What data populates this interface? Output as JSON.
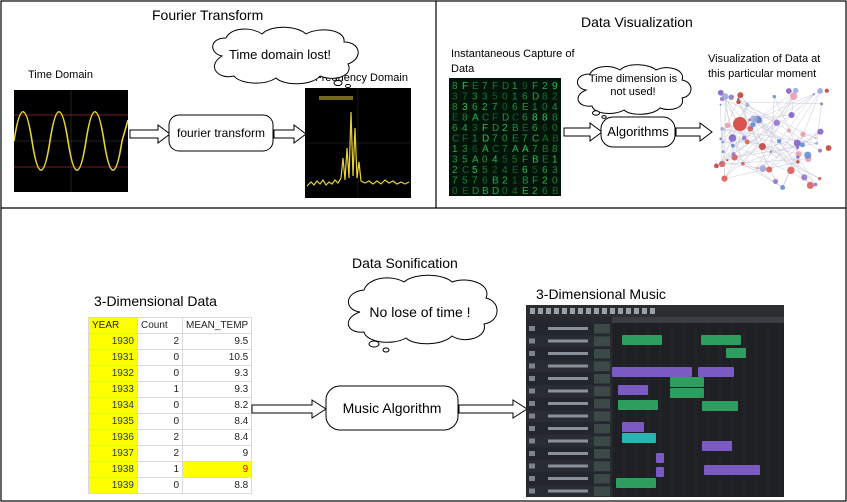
{
  "fourier": {
    "title": "Fourier Transform",
    "thought": "Time domain lost!",
    "time_label": "Time Domain",
    "freq_label": "Frequency Domain",
    "process": "fourier transform"
  },
  "dataviz": {
    "title": "Data Visualization",
    "capture_label": "Instantaneous Capture of Data",
    "thought": "Time dimension is not used!",
    "process": "Algorithms",
    "viz_label": "Visualization of Data at this particular moment"
  },
  "sonification": {
    "title": "Data Sonification",
    "data_label": "3-Dimensional Data",
    "music_label": "3-Dimensional Music",
    "thought": "No lose of time !",
    "process": "Music Algorithm",
    "table": {
      "headers": [
        "YEAR",
        "Count",
        "MEAN_TEMP"
      ],
      "rows": [
        [
          "1930",
          "2",
          "9.5"
        ],
        [
          "1931",
          "0",
          "10.5"
        ],
        [
          "1932",
          "0",
          "9.3"
        ],
        [
          "1933",
          "1",
          "9.3"
        ],
        [
          "1934",
          "0",
          "8.2"
        ],
        [
          "1935",
          "0",
          "8.4"
        ],
        [
          "1936",
          "2",
          "8.4"
        ],
        [
          "1937",
          "2",
          "9"
        ],
        [
          "1938",
          "1",
          "9"
        ],
        [
          "1939",
          "0",
          "8.8"
        ]
      ]
    }
  },
  "colors": {
    "sine_wave": "#e8d23a",
    "scope_background": "#000000",
    "matrix_green": "#2fd05a",
    "table_highlight": "#ffff00",
    "highlight_text": "#ff0000",
    "daw_clip_green": "#2e9e5e",
    "daw_clip_purple": "#7a5bc4",
    "daw_clip_teal": "#2ab3b0"
  }
}
